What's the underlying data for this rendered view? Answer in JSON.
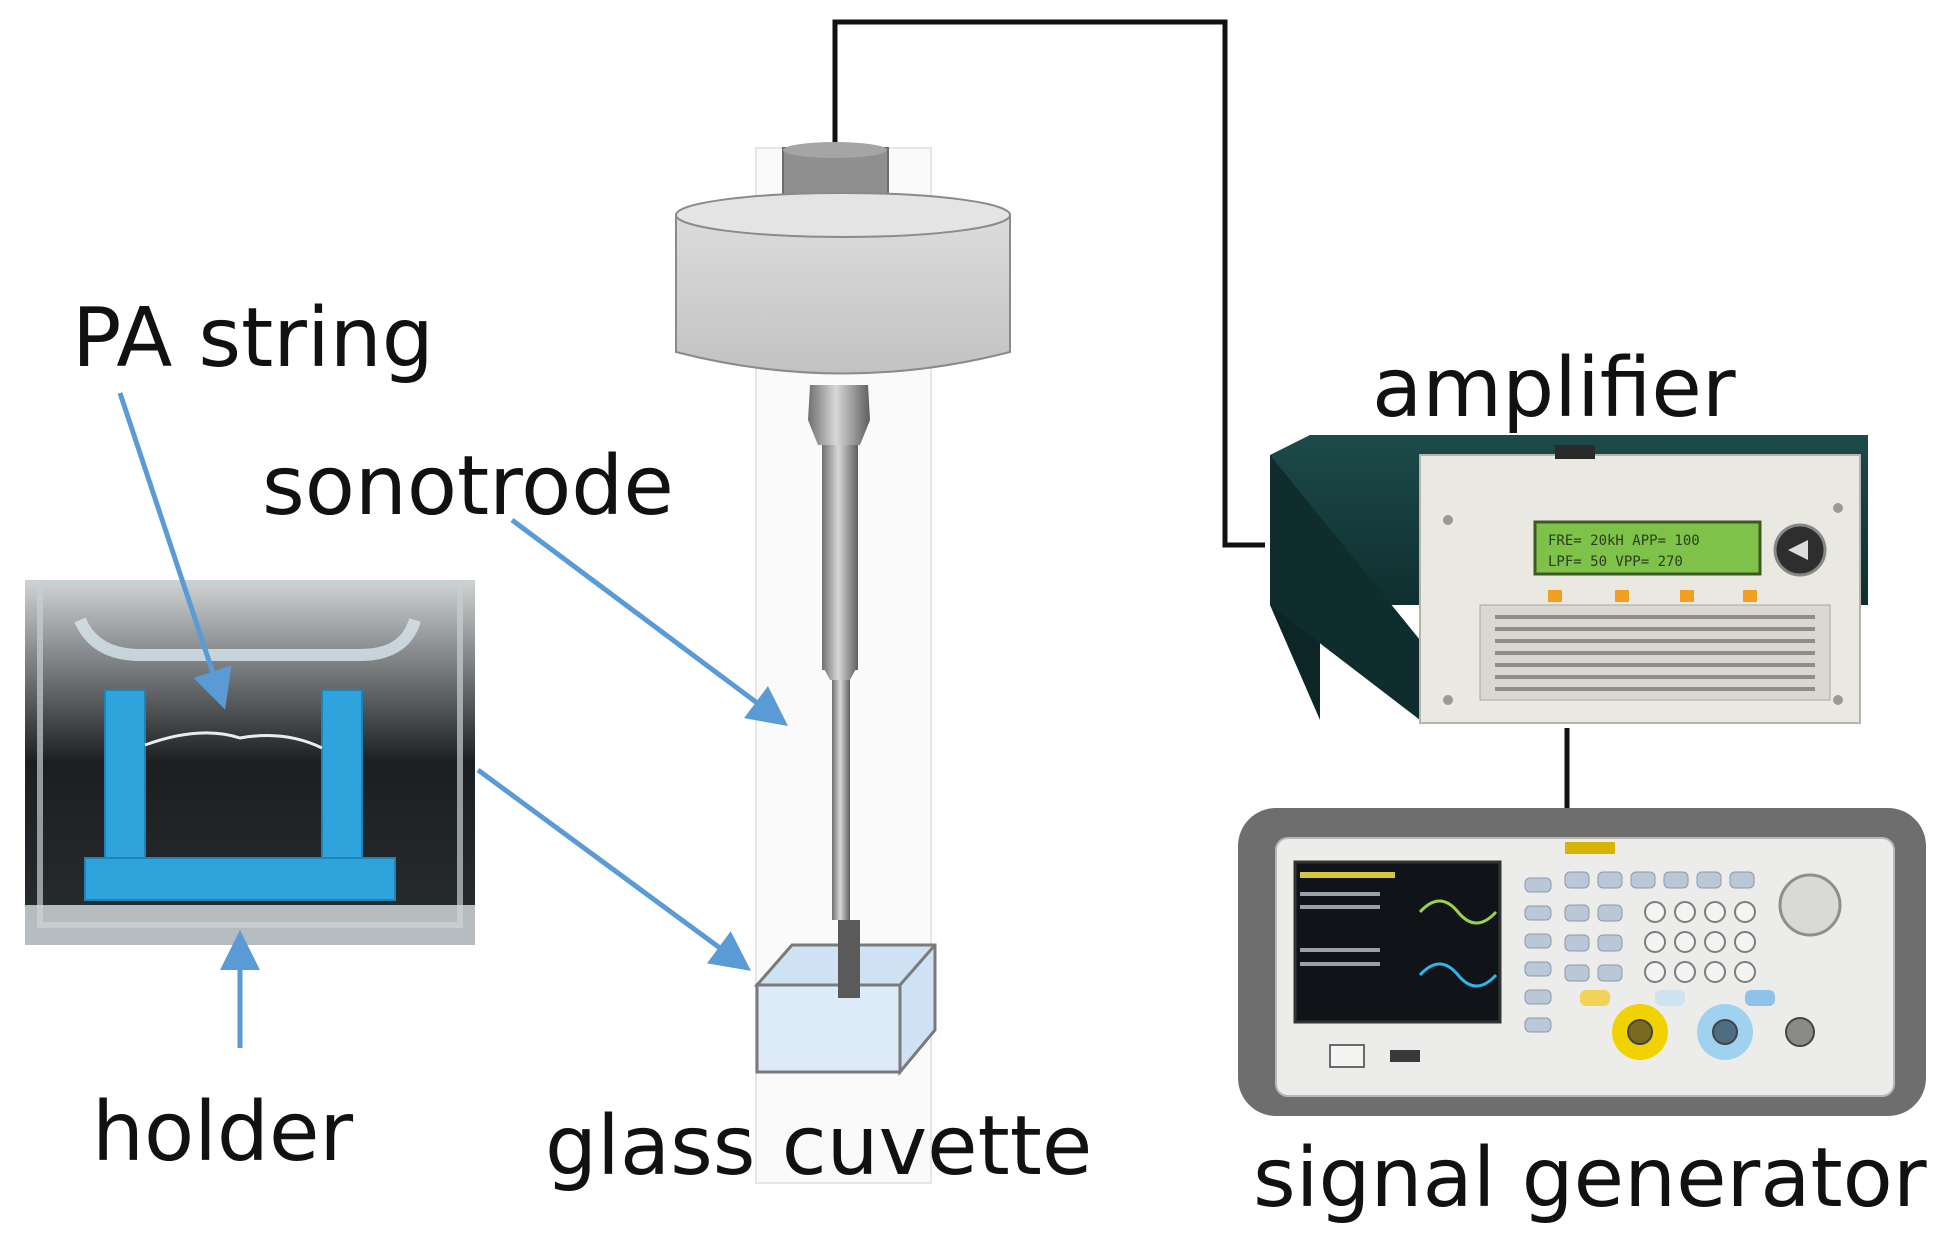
{
  "labels": {
    "pa_string": "PA string",
    "sonotrode": "sonotrode",
    "amplifier": "amplifier",
    "holder": "holder",
    "glass_cuvette": "glass cuvette",
    "signal_generator": "signal generator"
  },
  "colors": {
    "arrow": "#5b9bd5",
    "holder_blue": "#2ea3dc",
    "cable": "#111111",
    "transducer_gray": "#d0d0d0",
    "cuvette_fill": "#dcebf7",
    "amplifier_panel": "#e9e9e2",
    "display_green": "#7fc24a"
  },
  "icons": {
    "pointer": "arrow-icon",
    "knob": "knob-icon"
  }
}
